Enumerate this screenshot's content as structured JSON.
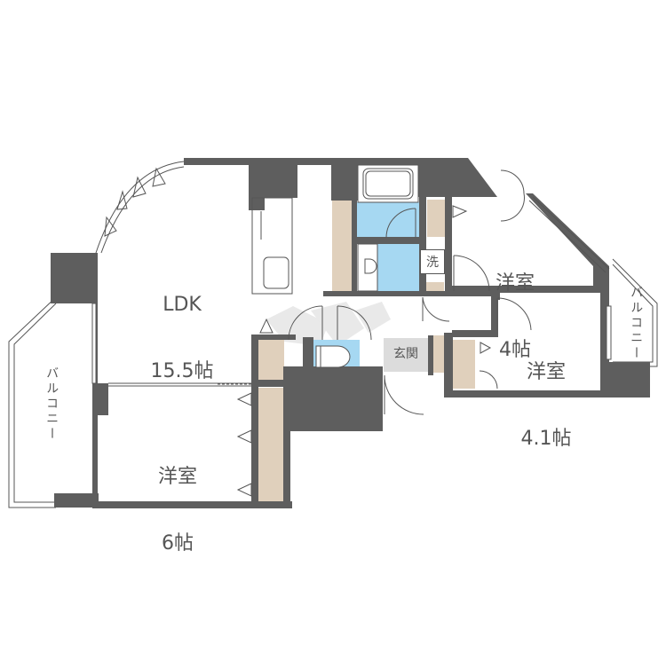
{
  "plan": {
    "rooms": [
      {
        "id": "ldk",
        "name": "LDK",
        "size": "15.5帖"
      },
      {
        "id": "western-4",
        "name": "洋室",
        "size": "4帖"
      },
      {
        "id": "western-4-1",
        "name": "洋室",
        "size": "4.1帖"
      },
      {
        "id": "western-6",
        "name": "洋室",
        "size": "6帖"
      }
    ],
    "labels": {
      "entrance": "玄関",
      "washer": "洗",
      "balcony_left": "バルコニー",
      "balcony_right": "バルコニー"
    },
    "colors": {
      "wall": "#5e5e5e",
      "storage": "#e0d0bc",
      "wet_area": "#a6d8f2",
      "entrance_floor": "#dcdcdc",
      "line": "#555555",
      "background": "#ffffff"
    }
  }
}
